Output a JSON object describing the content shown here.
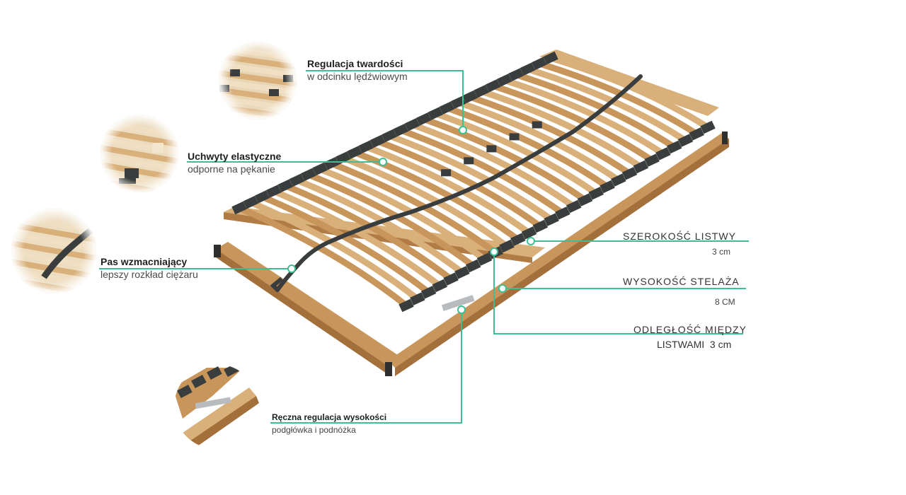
{
  "colors": {
    "accent": "#3cbf93",
    "wood_light": "#d9b07a",
    "wood_mid": "#c8955a",
    "wood_dark": "#a36f3a",
    "rubber": "#3a3d3d"
  },
  "features": {
    "firmness": {
      "title": "Regulacja twardości",
      "subtitle": "w odcinku lędźwiowym"
    },
    "holders": {
      "title": "Uchwyty elastyczne",
      "subtitle": "odporne na pękanie"
    },
    "strap": {
      "title": "Pas wzmacniający",
      "subtitle": "lepszy rozkład ciężaru"
    },
    "manual": {
      "title": "Ręczna regulacja wysokości",
      "subtitle": "podgłówka i podnóżka"
    }
  },
  "specs": {
    "slat_width": {
      "label": "SZEROKOŚĆ LISTWY",
      "value": "3 cm"
    },
    "frame_height": {
      "label": "WYSOKOŚĆ STELAŻA",
      "value": "8 CM"
    },
    "slat_gap": {
      "label": "ODLEGŁOŚĆ MIĘDZY",
      "value": "LISTWAMI  3 cm"
    }
  },
  "icons": {
    "detail_firmness": "firmness-detail-icon",
    "detail_holders": "holders-detail-icon",
    "detail_strap": "strap-detail-icon",
    "detail_manual": "manual-adjust-detail-icon"
  }
}
